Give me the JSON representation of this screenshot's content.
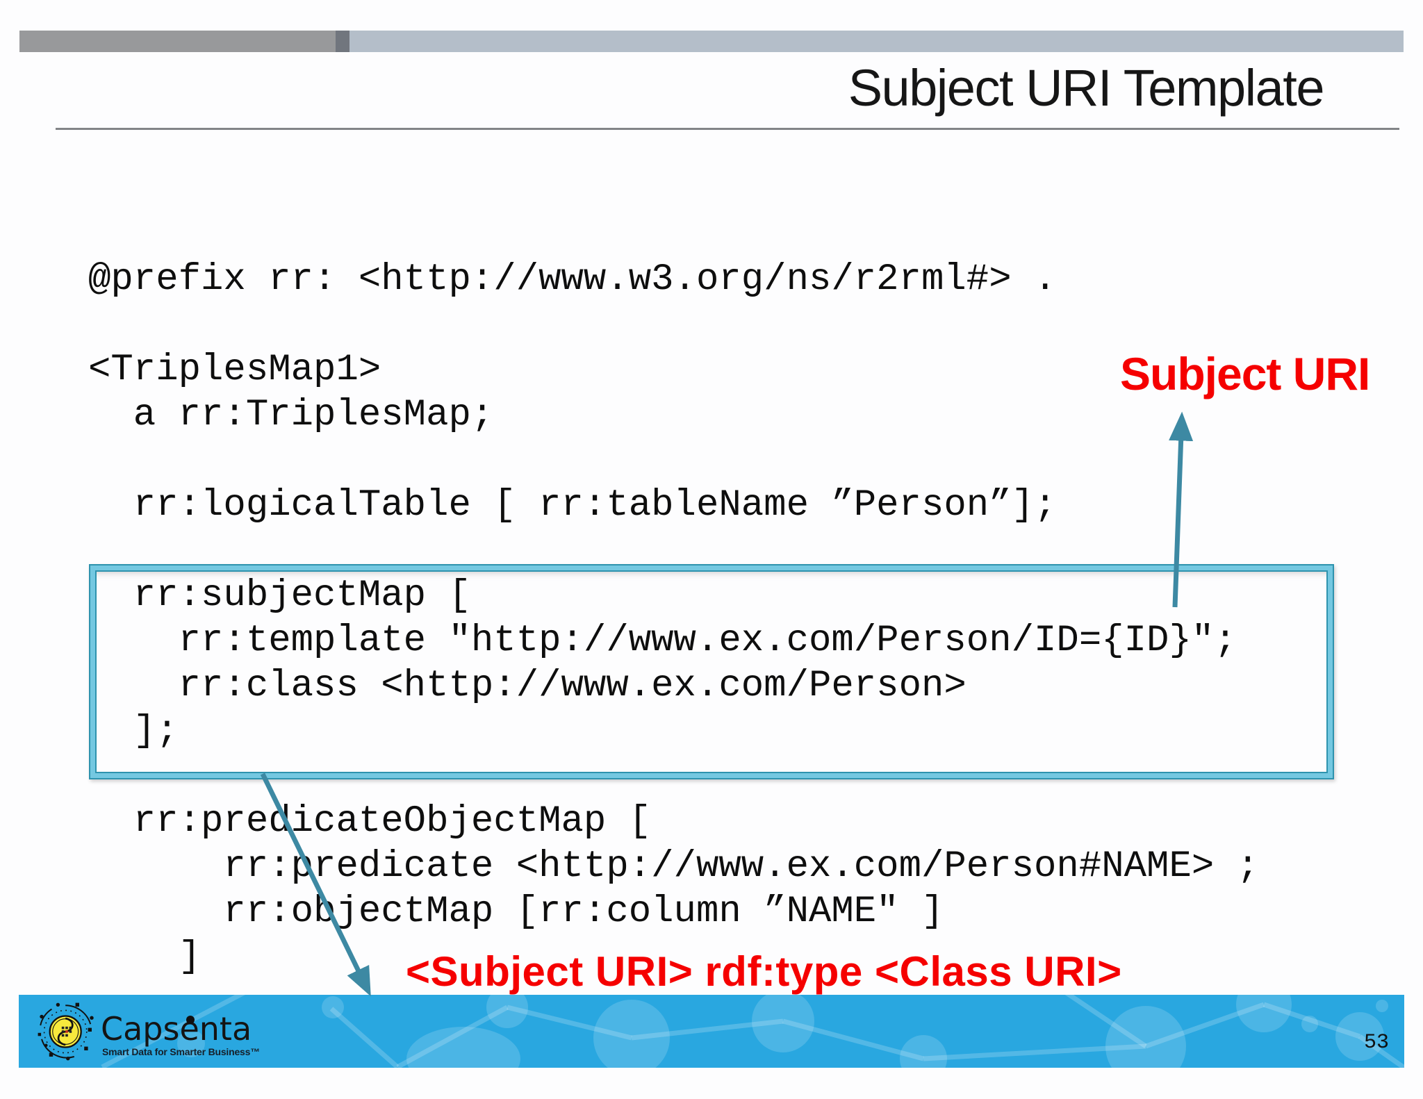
{
  "slide": {
    "title": "Subject URI Template",
    "page_number": "53"
  },
  "code": {
    "lines": [
      "@prefix rr: <http://www.w3.org/ns/r2rml#> .",
      "",
      "<TriplesMap1>",
      "  a rr:TriplesMap;",
      "",
      "  rr:logicalTable [ rr:tableName ”Person”];",
      "",
      "  rr:subjectMap [",
      "    rr:template \"http://www.ex.com/Person/ID={ID}\";",
      "    rr:class <http://www.ex.com/Person>",
      "  ];",
      "",
      "  rr:predicateObjectMap [",
      "      rr:predicate <http://www.ex.com/Person#NAME> ;",
      "      rr:objectMap [rr:column ”NAME\" ]",
      "    ]"
    ]
  },
  "annotations": {
    "subject_uri_label": "Subject URI",
    "triple_pattern_label": "<Subject URI> rdf:type <Class URI>"
  },
  "footer": {
    "logo_text": "Capsenta",
    "logo_tagline": "Smart Data for Smarter Business™"
  },
  "colors": {
    "accent_red": "#f50000",
    "arrow": "#3d89a3",
    "box_border": "#2e93ae",
    "box_fill": "#74c8e1",
    "footer_bar": "#29a7e0"
  }
}
